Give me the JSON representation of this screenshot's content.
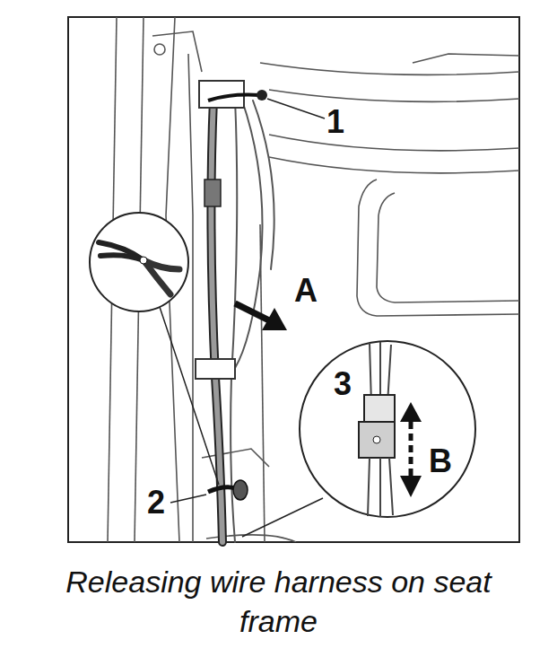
{
  "diagram": {
    "caption": "Releasing wire harness on seat frame",
    "labels": [
      "1",
      "A",
      "3",
      "B",
      "2"
    ]
  }
}
